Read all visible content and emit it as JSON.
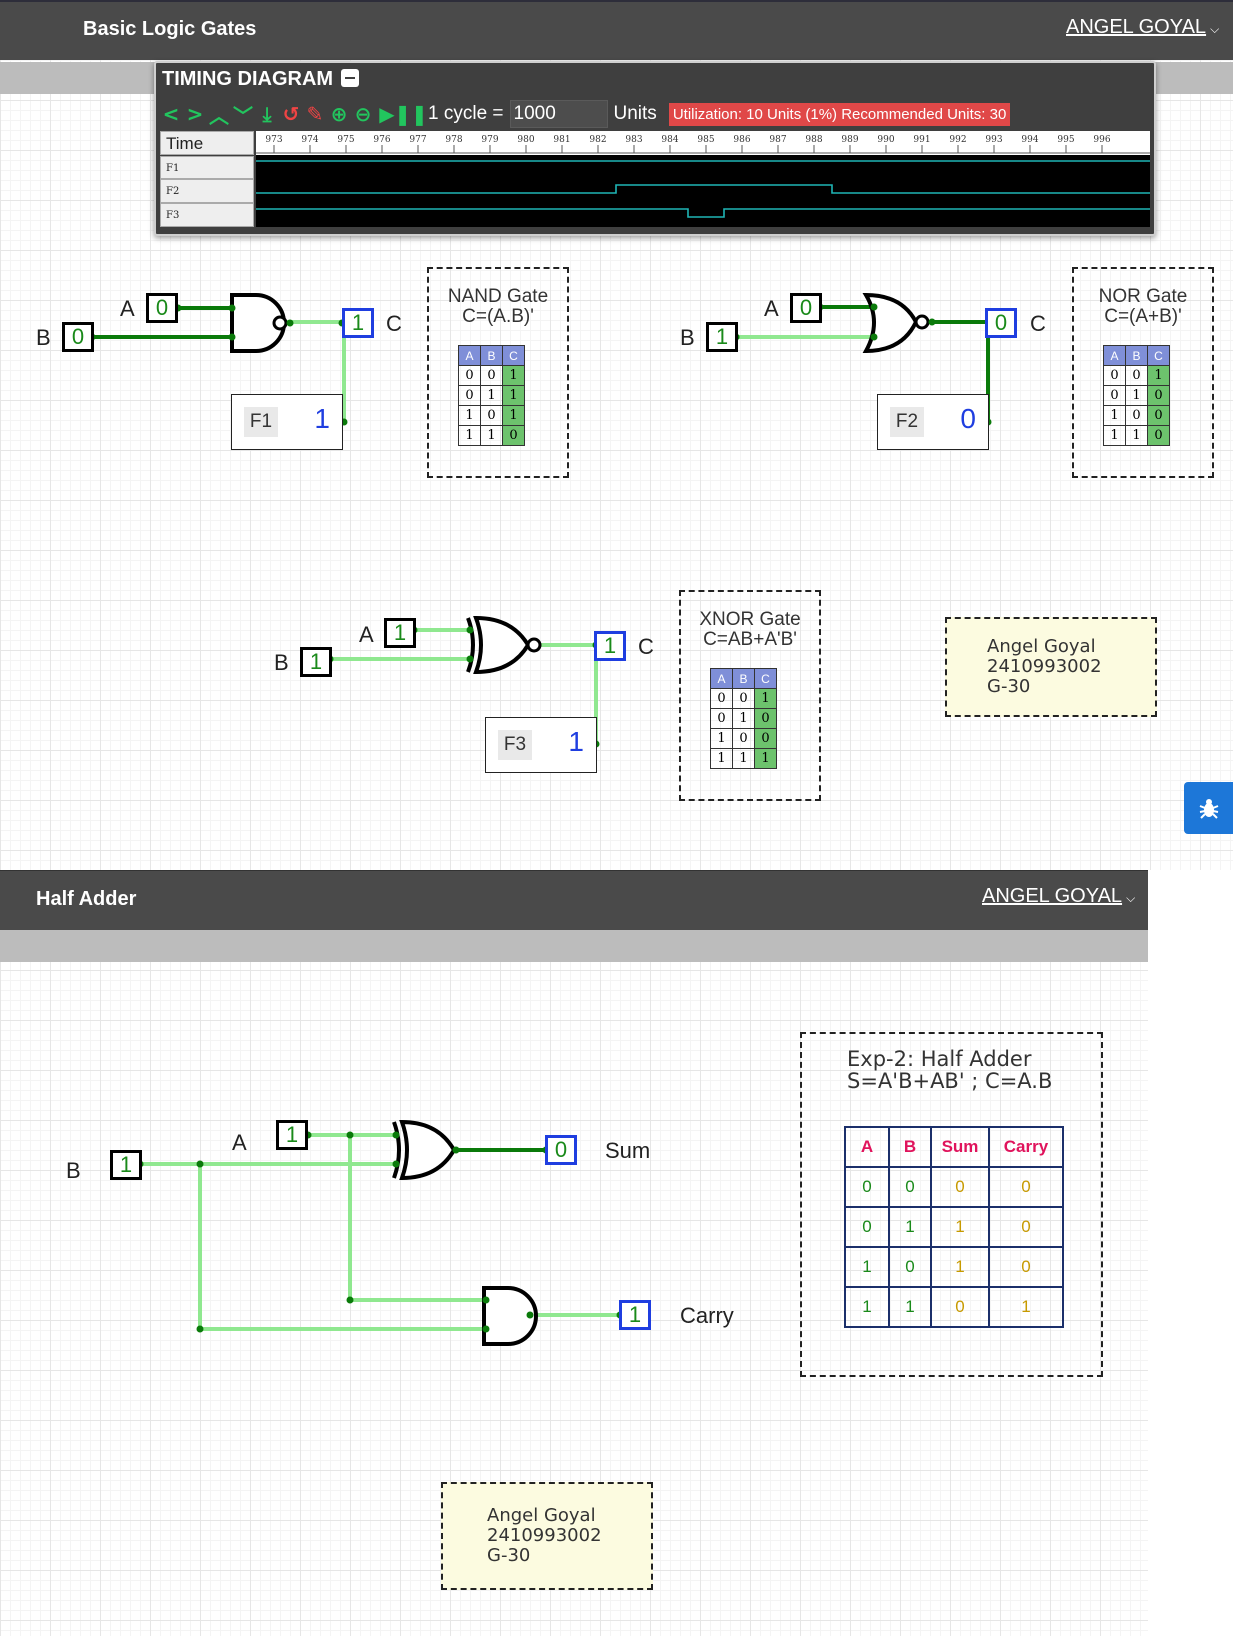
{
  "top": {
    "title": "Basic Logic Gates",
    "user": "ANGEL GOYAL"
  },
  "timing": {
    "title": "TIMING DIAGRAM",
    "cycle_label": "1 cycle =",
    "cycle_value": "1000",
    "units_label": "Units",
    "utilization": "Utilization: 10 Units (1%) Recommended Units: 30",
    "time_label": "Time",
    "ticks": [
      "973",
      "974",
      "975",
      "976",
      "977",
      "978",
      "979",
      "980",
      "981",
      "982",
      "983",
      "984",
      "985",
      "986",
      "987",
      "988",
      "989",
      "990",
      "991",
      "992",
      "993",
      "994",
      "995",
      "996"
    ],
    "signals": [
      {
        "name": "F1",
        "levels": [
          1,
          1,
          1,
          1,
          1,
          1,
          1,
          1,
          1,
          1,
          1,
          1,
          1,
          1,
          1,
          1,
          1,
          1,
          1,
          1,
          1,
          1,
          1,
          1
        ]
      },
      {
        "name": "F2",
        "levels": [
          0,
          0,
          0,
          0,
          0,
          0,
          0,
          0,
          0,
          0,
          1,
          1,
          1,
          1,
          1,
          1,
          0,
          0,
          0,
          0,
          0,
          0,
          0,
          0
        ]
      },
      {
        "name": "F3",
        "levels": [
          1,
          1,
          1,
          1,
          1,
          1,
          1,
          1,
          1,
          1,
          1,
          1,
          0,
          1,
          1,
          1,
          1,
          1,
          1,
          1,
          1,
          1,
          1,
          1
        ]
      }
    ]
  },
  "nand": {
    "in_a_label": "A",
    "in_a_value": "0",
    "in_b_label": "B",
    "in_b_value": "0",
    "out_value": "1",
    "out_label": "C",
    "probe_name": "F1",
    "probe_value": "1",
    "note_title_1": "NAND Gate",
    "note_title_2": "C=(A.B)'",
    "table_headers": [
      "A",
      "B",
      "C"
    ],
    "table_rows": [
      [
        "0",
        "0",
        "1"
      ],
      [
        "0",
        "1",
        "1"
      ],
      [
        "1",
        "0",
        "1"
      ],
      [
        "1",
        "1",
        "0"
      ]
    ]
  },
  "nor": {
    "in_a_label": "A",
    "in_a_value": "0",
    "in_b_label": "B",
    "in_b_value": "1",
    "out_value": "0",
    "out_label": "C",
    "probe_name": "F2",
    "probe_value": "0",
    "note_title_1": "NOR Gate",
    "note_title_2": "C=(A+B)'",
    "table_headers": [
      "A",
      "B",
      "C"
    ],
    "table_rows": [
      [
        "0",
        "0",
        "1"
      ],
      [
        "0",
        "1",
        "0"
      ],
      [
        "1",
        "0",
        "0"
      ],
      [
        "1",
        "1",
        "0"
      ]
    ]
  },
  "xnor": {
    "in_a_label": "A",
    "in_a_value": "1",
    "in_b_label": "B",
    "in_b_value": "1",
    "out_value": "1",
    "out_label": "C",
    "probe_name": "F3",
    "probe_value": "1",
    "note_title_1": "XNOR Gate",
    "note_title_2": "C=AB+A'B'",
    "table_headers": [
      "A",
      "B",
      "C"
    ],
    "table_rows": [
      [
        "0",
        "0",
        "1"
      ],
      [
        "0",
        "1",
        "0"
      ],
      [
        "1",
        "0",
        "0"
      ],
      [
        "1",
        "1",
        "1"
      ]
    ]
  },
  "sticky1": {
    "line1": "Angel Goyal",
    "line2": "2410993002",
    "line3": "G-30"
  },
  "half": {
    "title": "Half Adder",
    "user": "ANGEL GOYAL",
    "in_a_label": "A",
    "in_a_value": "1",
    "in_b_label": "B",
    "in_b_value": "1",
    "sum_value": "0",
    "sum_label": "Sum",
    "carry_value": "1",
    "carry_label": "Carry",
    "note_line1": "Exp-2: Half Adder",
    "note_line2": "S=A'B+AB' ;  C=A.B",
    "table_headers": [
      "A",
      "B",
      "Sum",
      "Carry"
    ],
    "header_colors": [
      "#e0135c",
      "#e0135c",
      "#e0135c",
      "#e0135c"
    ],
    "table_rows": [
      [
        "0",
        "0",
        "0",
        "0"
      ],
      [
        "0",
        "1",
        "1",
        "0"
      ],
      [
        "1",
        "0",
        "1",
        "0"
      ],
      [
        "1",
        "1",
        "0",
        "1"
      ]
    ],
    "col_colors": [
      "#1a8a1a",
      "#1a8a1a",
      "#c79a00",
      "#c79a00"
    ]
  },
  "sticky2": {
    "line1": "Angel Goyal",
    "line2": "2410993002",
    "line3": "G-30"
  },
  "colors": {
    "wire_on": "#90e890",
    "wire_off": "#0a7a0a",
    "out_border": "#1f3ee0",
    "signal": "#1fb5b5",
    "bar": "#4a4a4a"
  }
}
